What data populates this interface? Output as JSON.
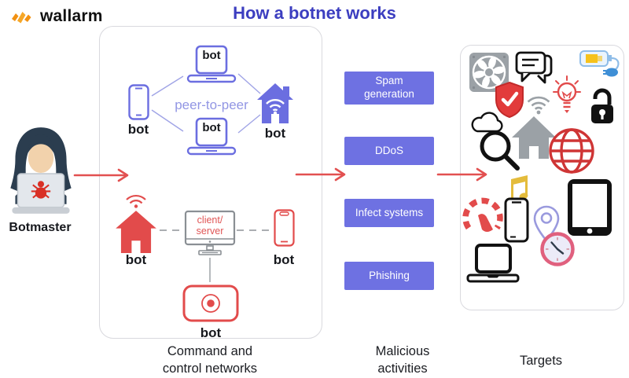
{
  "header": {
    "logo_text": "wallarm",
    "title": "How a botnet works"
  },
  "botmaster": {
    "label": "Botmaster"
  },
  "command_control": {
    "caption_line1": "Command and",
    "caption_line2": "control networks",
    "bot_label": "bot",
    "peer_to_peer": {
      "label": "peer-to-peer",
      "node_icons": [
        "laptop-icon",
        "smartphone-icon",
        "house-wifi-icon",
        "laptop-icon"
      ]
    },
    "client_server": {
      "line1": "client/",
      "line2": "server",
      "node_icons": [
        "house-wifi-icon",
        "monitor-icon",
        "smartphone-icon",
        "webcam-icon"
      ]
    }
  },
  "malicious": {
    "caption_line1": "Malicious",
    "caption_line2": "activities",
    "items": [
      "Spam generation",
      "DDoS",
      "Infect systems",
      "Phishing"
    ]
  },
  "targets": {
    "caption": "Targets",
    "icons": [
      "fan-icon",
      "chat-icon",
      "charger-icon",
      "shield-check-icon",
      "wifi-icon",
      "lightbulb-icon",
      "open-lock-icon",
      "cloud-icon",
      "house-icon",
      "magnifier-icon",
      "globe-icon",
      "music-note-icon",
      "tablet-icon",
      "gauge-icon",
      "smartphone-icon",
      "location-pin-icon",
      "clock-icon",
      "laptop-icon"
    ]
  },
  "colors": {
    "title_blue": "#3c3ec0",
    "button_purple": "#6e71e2",
    "periwinkle": "#6b6ee0",
    "red": "#e24b4b",
    "logo_orange": "#f29111",
    "gray_icon": "#9ba1a6"
  }
}
